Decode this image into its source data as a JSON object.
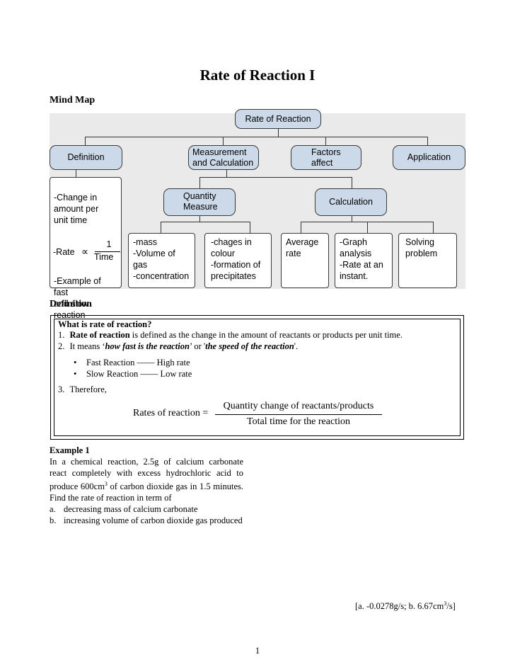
{
  "title": "Rate of Reaction I",
  "mind_map_heading": "Mind Map",
  "mind_map": {
    "root": "Rate of Reaction",
    "definition": "Definition",
    "measurement": [
      "Measurement",
      "and Calculation"
    ],
    "factors": [
      "Factors",
      "affect"
    ],
    "application": "Application",
    "def_leaf": {
      "change": "-Change in\n amount per\n unit time",
      "rate_label": "-Rate",
      "proportional_symbol": "∝",
      "numerator": "1",
      "denominator": "Time",
      "example": "-Example of fast\n and slow\n reaction"
    },
    "quantity_measure": [
      "Quantity",
      "Measure"
    ],
    "calculation": "Calculation",
    "leaves": [
      "-mass\n-Volume of\n gas\n-concentration",
      "-chages in\n colour\n-formation of\n precipitates",
      "Average\nrate",
      "-Graph\n analysis\n-Rate at an\n instant.",
      "Solving\nproblem"
    ]
  },
  "definition_heading": "Definition",
  "definition": {
    "question": "What is rate of reaction?",
    "item1_num": "1.",
    "item1_bold": "Rate of reaction",
    "item1_rest": " is defined as the change in the amount of reactants or products per unit time.",
    "item2_num": "2.",
    "item2_pre": "It means ‘",
    "item2_em1": "how fast is the reaction",
    "item2_mid": "’ or '",
    "item2_em2": "the speed of the reaction",
    "item2_post": "'.",
    "bullets": [
      "Fast Reaction —— High rate",
      "Slow Reaction —— Low rate"
    ],
    "item3_num": "3.",
    "item3": "Therefore,",
    "formula_lhs": "Rates of reaction =",
    "formula_num": "Quantity change of reactants/products",
    "formula_den": "Total time for the reaction"
  },
  "example1": {
    "heading": "Example 1",
    "p1": "In a chemical reaction, 2.5g of calcium carbonate react completely with excess hydrochloric acid to produce 600cm",
    "sup": "3",
    "p2": " of carbon dioxide gas in 1.5 minutes. Find the rate of reaction in term of",
    "a_num": "a.",
    "a": "decreasing mass of calcium carbonate",
    "b_num": "b.",
    "b": "increasing volume of carbon dioxide gas produced"
  },
  "answer": {
    "pre": "[a. -0.0278g/s; b. 6.67cm",
    "sup": "3",
    "post": "/s]"
  },
  "page_number": "1"
}
